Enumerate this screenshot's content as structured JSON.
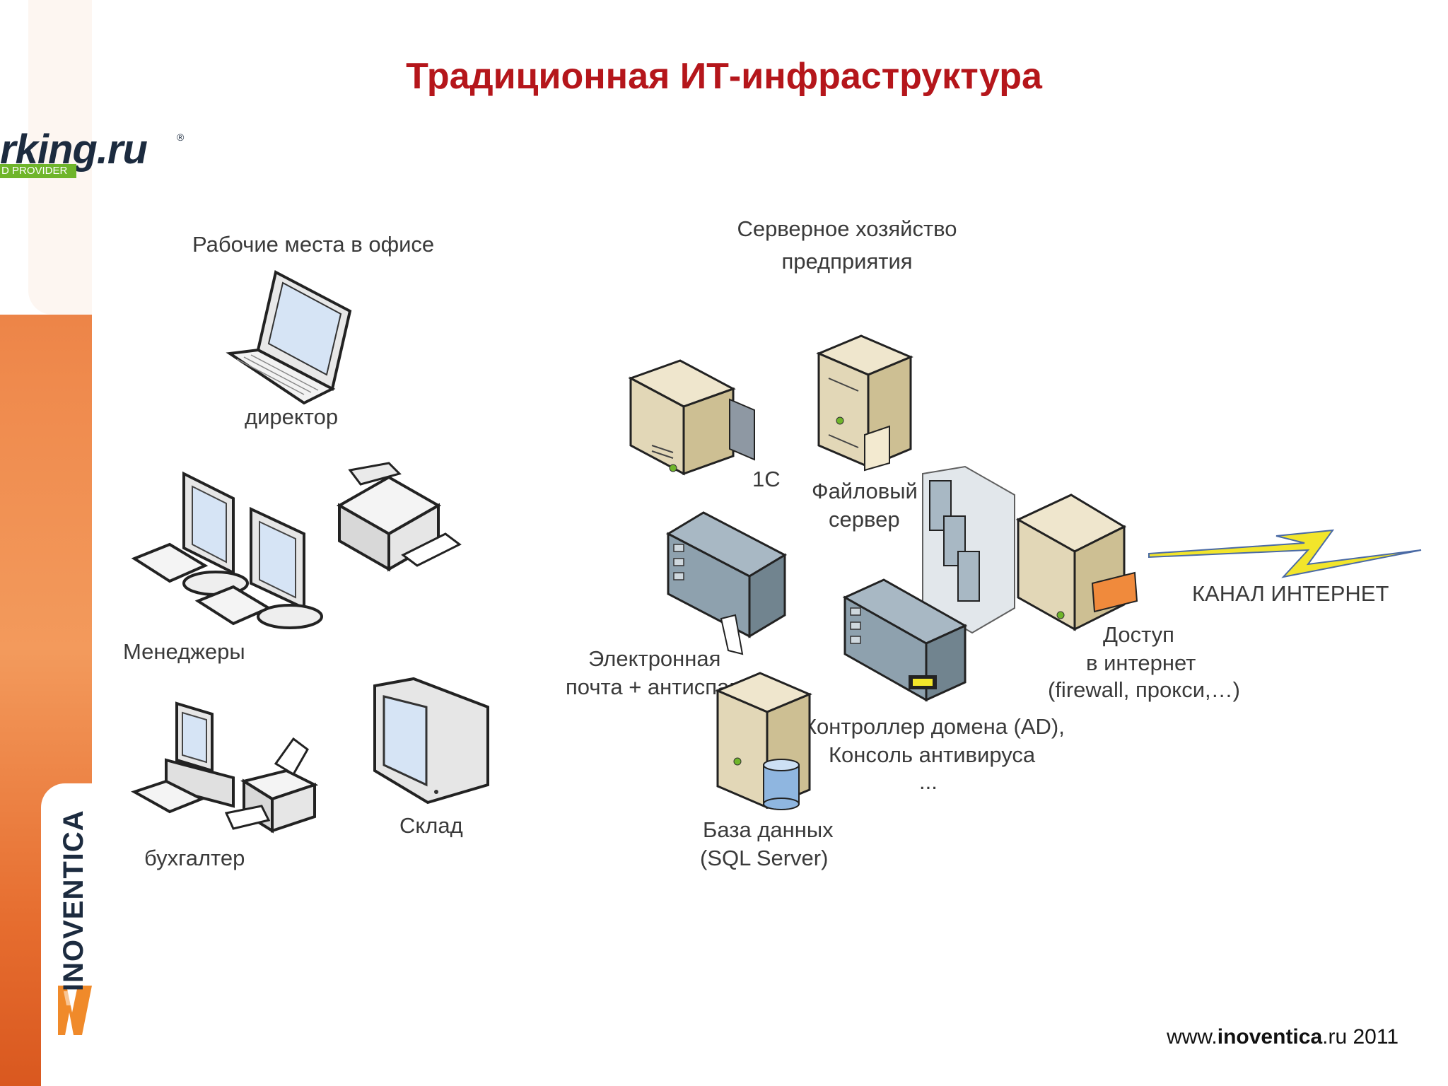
{
  "title": "Традиционная ИТ-инфраструктура",
  "brand": {
    "logo_text": "rking.ru",
    "logo_reg": "®",
    "logo_badge": "D PROVIDER",
    "vertical_brand": "INOVENTICA"
  },
  "sections": {
    "office": "Рабочие места в офисе",
    "servers_line1": "Серверное хозяйство",
    "servers_line2": "предприятия"
  },
  "labels": {
    "director": "директор",
    "managers": "Менеджеры",
    "accountant": "бухгалтер",
    "warehouse": "Склад",
    "server_1c": "1С",
    "file_server_1": "Файловый",
    "file_server_2": "сервер",
    "email_1": "Электронная",
    "email_2": "почта + антиспам",
    "dc_1": "Контроллер домена (AD),",
    "dc_2": "Консоль антивируса",
    "dc_3": "...",
    "db_1": "База данных",
    "db_2": "(SQL Server)",
    "inet_1": "Доступ",
    "inet_2": "в интернет",
    "inet_3": "(firewall, прокси,…)",
    "channel": "КАНАЛ ИНТЕРНЕТ"
  },
  "footer": {
    "prefix": "www.",
    "domain": "inoventica",
    "suffix": ".ru 2011"
  },
  "colors": {
    "title": "#b5161b",
    "sidebar": "#e8763a",
    "badge": "#6fb52a",
    "lightning": "#f2e52b"
  }
}
